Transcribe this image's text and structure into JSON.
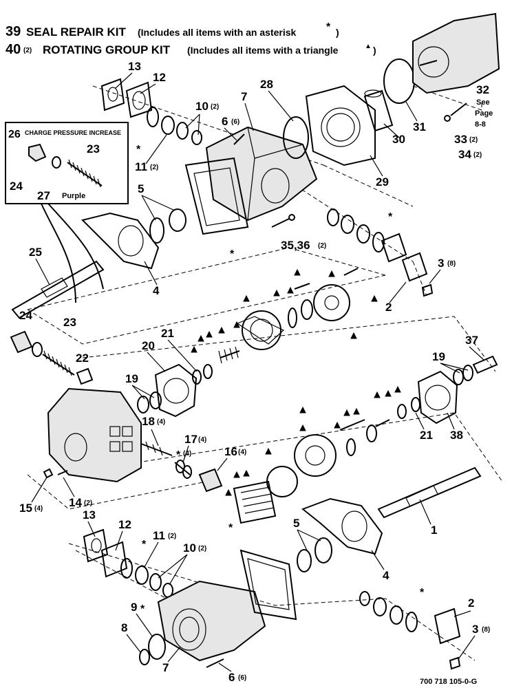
{
  "header": {
    "seal_kit": "39 SEAL REPAIR KIT (Includes all items with an asterisk * )",
    "seal_kit_num": "39",
    "seal_kit_text": "SEAL REPAIR KIT",
    "seal_kit_note": "(Includes all items with an asterisk",
    "seal_kit_close": ")",
    "rot_kit_num": "40",
    "rot_kit_qty": "(2)",
    "rot_kit_text": "ROTATING GROUP KIT",
    "rot_kit_note": "(Includes all items with a triangle",
    "rot_kit_close": ")"
  },
  "inset": {
    "title_num": "26",
    "title": "CHARGE PRESSURE INCREASE",
    "label_23": "23",
    "label_24": "24",
    "label_27": "27",
    "purple": "Purple"
  },
  "labels": {
    "l13a": "13",
    "l12a": "12",
    "l10a": "10",
    "l10a_q": "(2)",
    "l11a": "11",
    "l11a_q": "(2)",
    "l6a": "6",
    "l6a_q": "(6)",
    "l7a": "7",
    "l28": "28",
    "l32": "32",
    "l32_see": "See",
    "l32_page": "Page",
    "l32_ref": "8-8",
    "l31": "31",
    "l30": "30",
    "l29": "29",
    "l33": "33",
    "l33_q": "(2)",
    "l34": "34",
    "l34_q": "(2)",
    "l5a": "5",
    "l4a": "4",
    "l25": "25",
    "l35": "35,36",
    "l35_q": "(2)",
    "l3a": "3",
    "l3a_q": "(8)",
    "l2a": "2",
    "l24b": "24",
    "l23b": "23",
    "l22": "22",
    "l20": "20",
    "l21a": "21",
    "l19a": "19",
    "l37": "37",
    "l19b": "19",
    "l21b": "21",
    "l38": "38",
    "l18": "18",
    "l18_q": "(4)",
    "l17": "17",
    "l17_q": "(4)",
    "l16": "16",
    "l16_q": "(4)",
    "l16_star_q": "(4)",
    "l15": "15",
    "l15_q": "(4)",
    "l14": "14",
    "l14_q": "(2)",
    "l1": "1",
    "l5b": "5",
    "l4b": "4",
    "l13b": "13",
    "l12b": "12",
    "l11b": "11",
    "l11b_q": "(2)",
    "l10b": "10",
    "l10b_q": "(2)",
    "l9": "9",
    "l8": "8",
    "l7b": "7",
    "l6b": "6",
    "l6b_q": "(6)",
    "l2b": "2",
    "l3b": "3",
    "l3b_q": "(8)"
  },
  "symbols": {
    "asterisk": "*",
    "triangle": "▲"
  },
  "footer": {
    "drawing_number": "700 718 105-0-G"
  }
}
